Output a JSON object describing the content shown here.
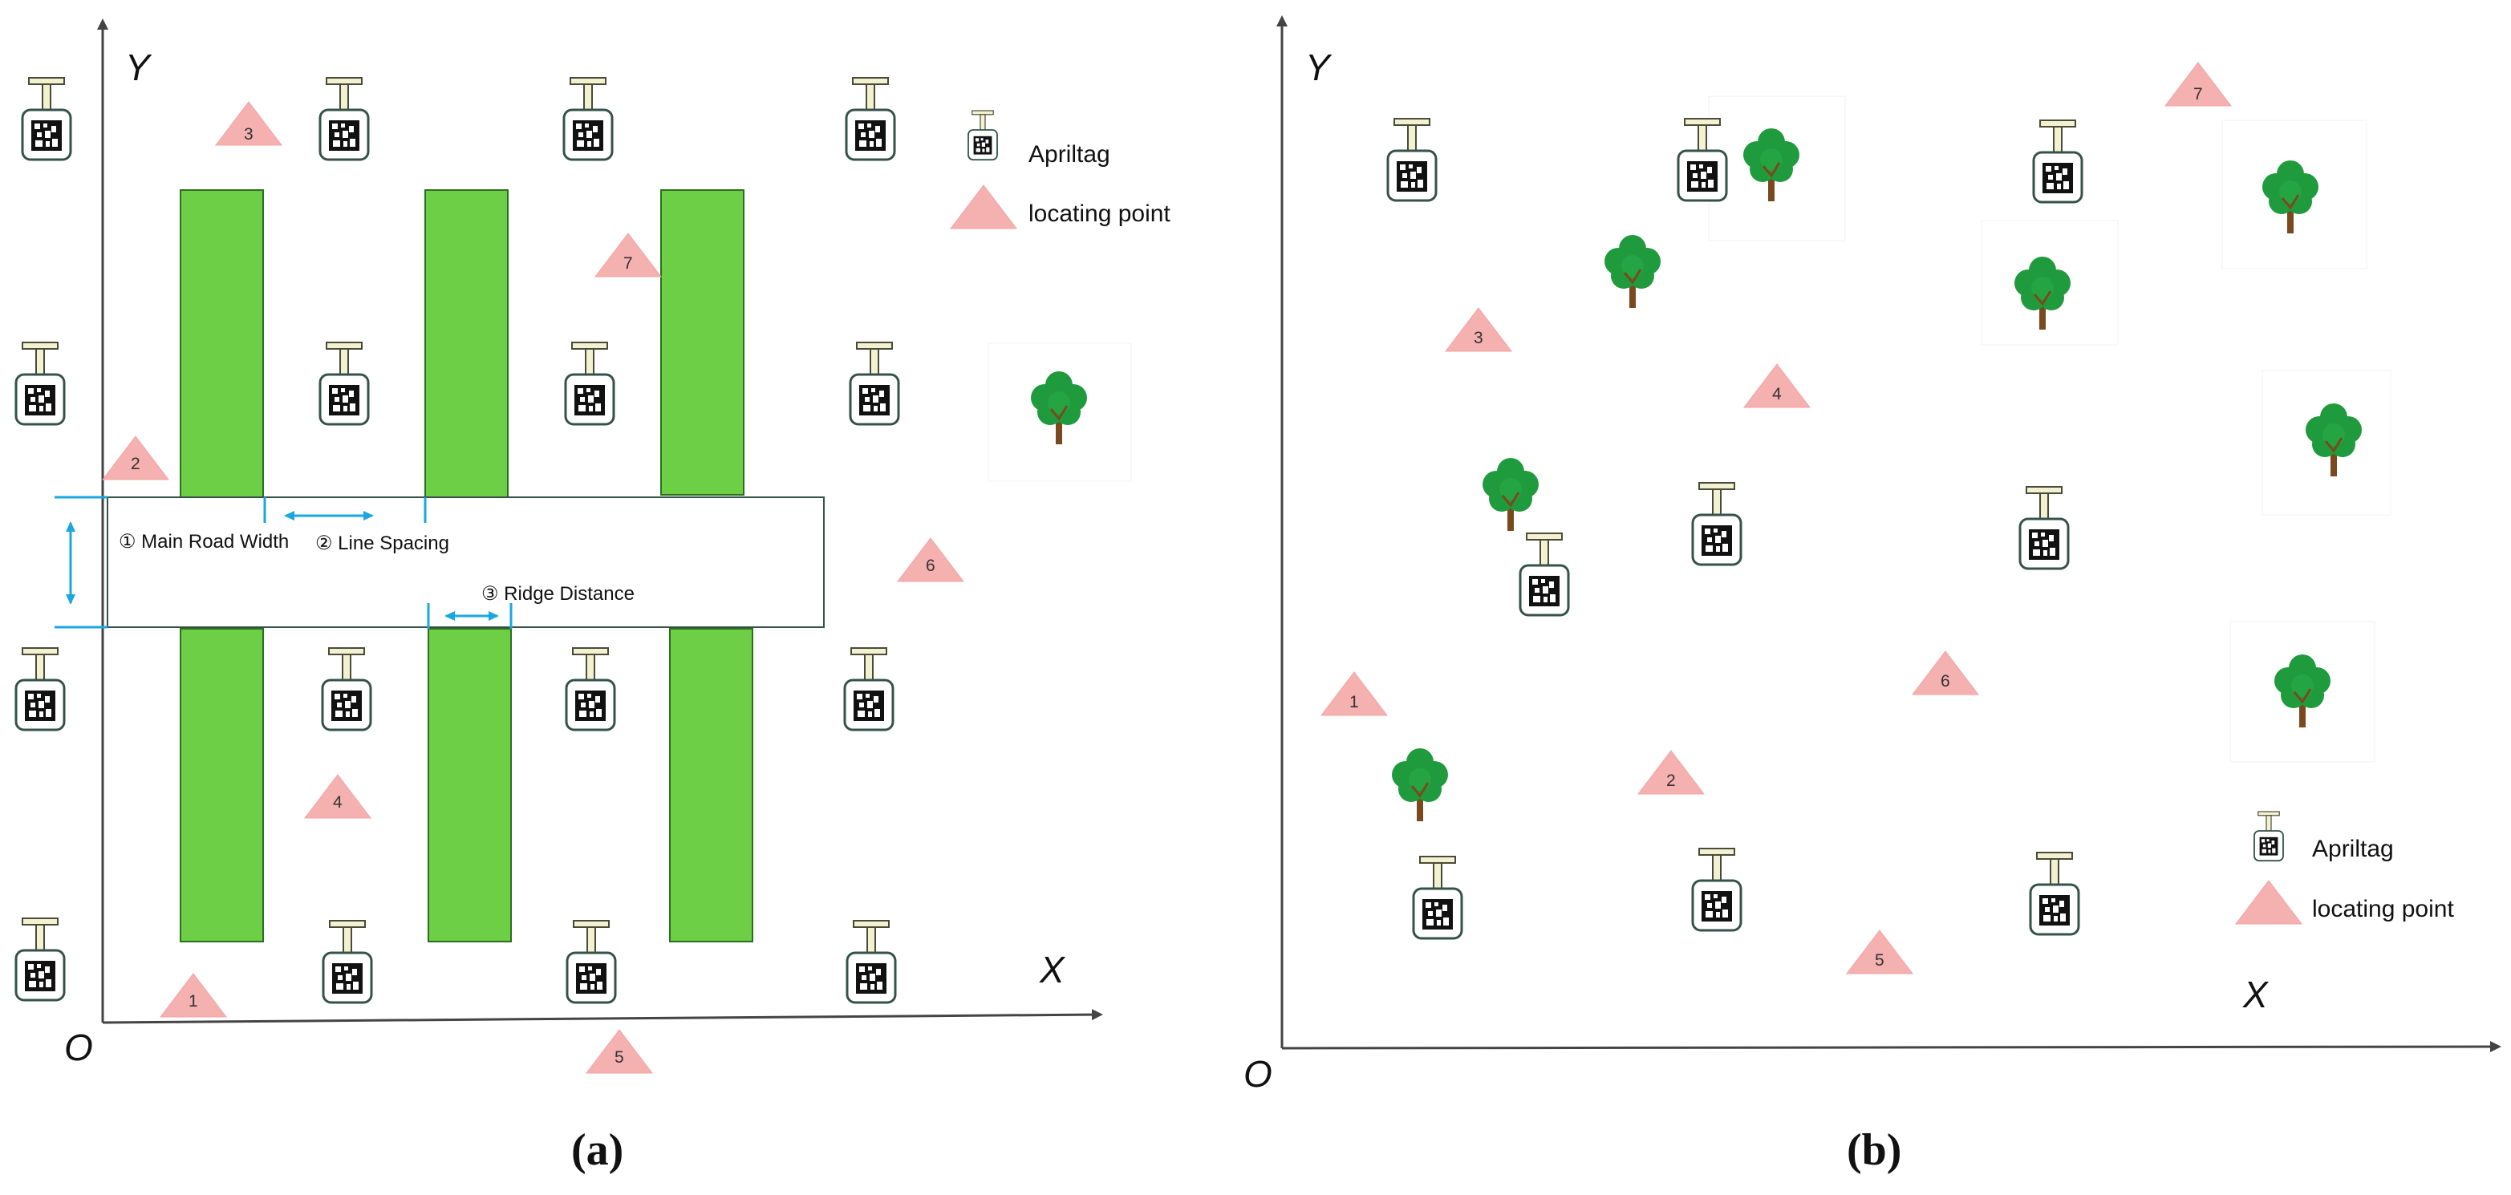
{
  "panel_a": {
    "axis_y_label": "Y",
    "axis_x_label": "X",
    "origin_label": "O",
    "caption": "(a)",
    "legend": {
      "apriltag": "Apriltag",
      "locating_point": "locating point"
    },
    "annotations": {
      "main_road_width": "① Main Road Width",
      "line_spacing": "② Line Spacing",
      "ridge_distance": "③ Ridge Distance"
    },
    "locating_points": [
      "1",
      "2",
      "3",
      "4",
      "5",
      "6",
      "7"
    ]
  },
  "panel_b": {
    "axis_y_label": "Y",
    "axis_x_label": "X",
    "origin_label": "O",
    "caption": "(b)",
    "legend": {
      "apriltag": "Apriltag",
      "locating_point": "locating point"
    },
    "locating_points": [
      "1",
      "2",
      "3",
      "4",
      "5",
      "6",
      "7"
    ]
  },
  "colors": {
    "ridge_green": "#6ccf45",
    "triangle_pink": "#f5b0b0",
    "dimension_arrow": "#1aa7e0",
    "tree_crown": "#1f9a3c",
    "tree_trunk": "#7a4a1e",
    "post_fill": "#f3f2d0",
    "post_stroke": "#4a4a3a",
    "axis": "#444444"
  },
  "icons": [
    "apriltag-icon",
    "locating-point-icon",
    "tree-icon"
  ]
}
